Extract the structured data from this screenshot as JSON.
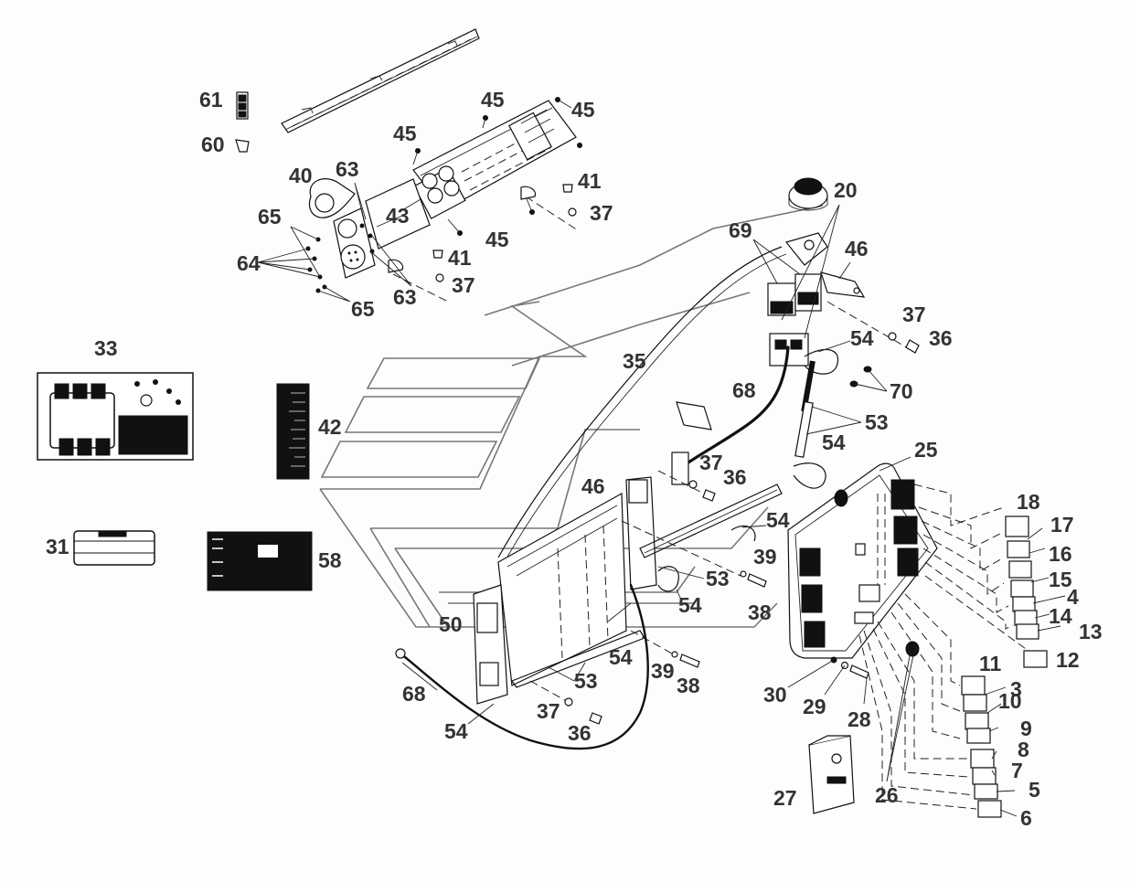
{
  "diagram": {
    "title": "Electrical components exploded view",
    "background_color": "#fdfdfd",
    "line_color": "#111111",
    "callout_color": "#333333",
    "callouts": [
      {
        "id": "c61",
        "label": "61"
      },
      {
        "id": "c60",
        "label": "60"
      },
      {
        "id": "c45a",
        "label": "45"
      },
      {
        "id": "c45b",
        "label": "45"
      },
      {
        "id": "c45c",
        "label": "45"
      },
      {
        "id": "c45d",
        "label": "45"
      },
      {
        "id": "c40",
        "label": "40"
      },
      {
        "id": "c63a",
        "label": "63"
      },
      {
        "id": "c43",
        "label": "43"
      },
      {
        "id": "c41a",
        "label": "41"
      },
      {
        "id": "c37a",
        "label": "37"
      },
      {
        "id": "c65a",
        "label": "65"
      },
      {
        "id": "c64",
        "label": "64"
      },
      {
        "id": "c41b",
        "label": "41"
      },
      {
        "id": "c63b",
        "label": "63"
      },
      {
        "id": "c37b",
        "label": "37"
      },
      {
        "id": "c65b",
        "label": "65"
      },
      {
        "id": "c20",
        "label": "20"
      },
      {
        "id": "c69",
        "label": "69"
      },
      {
        "id": "c46a",
        "label": "46"
      },
      {
        "id": "c37c",
        "label": "37"
      },
      {
        "id": "c36a",
        "label": "36"
      },
      {
        "id": "c33",
        "label": "33"
      },
      {
        "id": "c35",
        "label": "35"
      },
      {
        "id": "c54a",
        "label": "54"
      },
      {
        "id": "c70",
        "label": "70"
      },
      {
        "id": "c68a",
        "label": "68"
      },
      {
        "id": "c42",
        "label": "42"
      },
      {
        "id": "c53a",
        "label": "53"
      },
      {
        "id": "c54b",
        "label": "54"
      },
      {
        "id": "c25",
        "label": "25"
      },
      {
        "id": "c37d",
        "label": "37"
      },
      {
        "id": "c36b",
        "label": "36"
      },
      {
        "id": "c46b",
        "label": "46"
      },
      {
        "id": "c18",
        "label": "18"
      },
      {
        "id": "c54c",
        "label": "54"
      },
      {
        "id": "c17",
        "label": "17"
      },
      {
        "id": "c31",
        "label": "31"
      },
      {
        "id": "c58",
        "label": "58"
      },
      {
        "id": "c16",
        "label": "16"
      },
      {
        "id": "c39a",
        "label": "39"
      },
      {
        "id": "c15",
        "label": "15"
      },
      {
        "id": "c53b",
        "label": "53"
      },
      {
        "id": "c4",
        "label": "4"
      },
      {
        "id": "c54d",
        "label": "54"
      },
      {
        "id": "c14",
        "label": "14"
      },
      {
        "id": "c38a",
        "label": "38"
      },
      {
        "id": "c13",
        "label": "13"
      },
      {
        "id": "c50",
        "label": "50"
      },
      {
        "id": "c12",
        "label": "12"
      },
      {
        "id": "c54e",
        "label": "54"
      },
      {
        "id": "c39b",
        "label": "39"
      },
      {
        "id": "c11",
        "label": "11"
      },
      {
        "id": "c38b",
        "label": "38"
      },
      {
        "id": "c53c",
        "label": "53"
      },
      {
        "id": "c3",
        "label": "3"
      },
      {
        "id": "c68b",
        "label": "68"
      },
      {
        "id": "c30",
        "label": "30"
      },
      {
        "id": "c10",
        "label": "10"
      },
      {
        "id": "c29",
        "label": "29"
      },
      {
        "id": "c37e",
        "label": "37"
      },
      {
        "id": "c28",
        "label": "28"
      },
      {
        "id": "c9",
        "label": "9"
      },
      {
        "id": "c36c",
        "label": "36"
      },
      {
        "id": "c54f",
        "label": "54"
      },
      {
        "id": "c8",
        "label": "8"
      },
      {
        "id": "c7",
        "label": "7"
      },
      {
        "id": "c5",
        "label": "5"
      },
      {
        "id": "c27",
        "label": "27"
      },
      {
        "id": "c26",
        "label": "26"
      },
      {
        "id": "c6",
        "label": "6"
      }
    ]
  }
}
